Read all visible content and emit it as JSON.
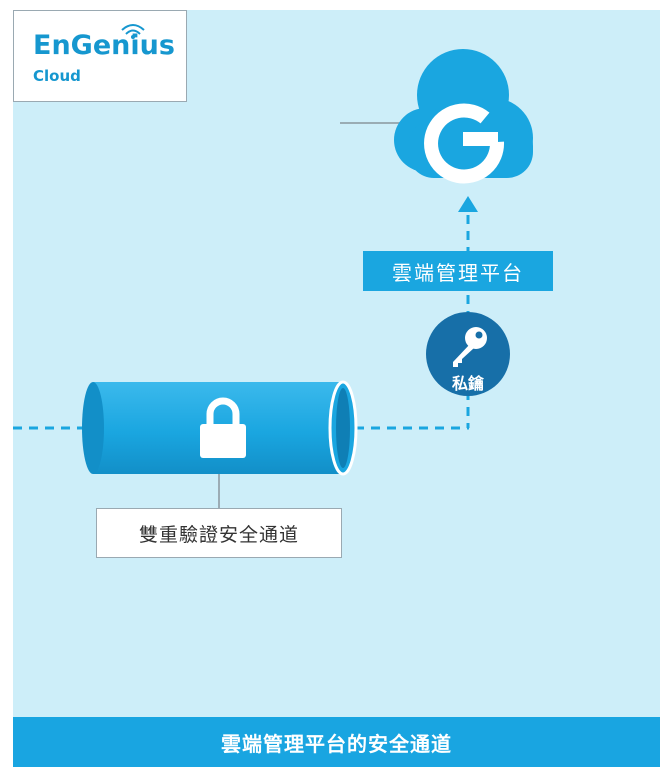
{
  "logo": {
    "brand": "EnGenius",
    "sub": "Cloud"
  },
  "platform_label": "雲端管理平台",
  "key_label": "私鑰",
  "tunnel_label": "雙重驗證安全通道",
  "footer_title": "雲端管理平台的安全通道",
  "colors": {
    "background": "#cdeef9",
    "accent": "#1aa6e0",
    "dark_circle": "#176fa8",
    "footer": "#19a5e1"
  }
}
